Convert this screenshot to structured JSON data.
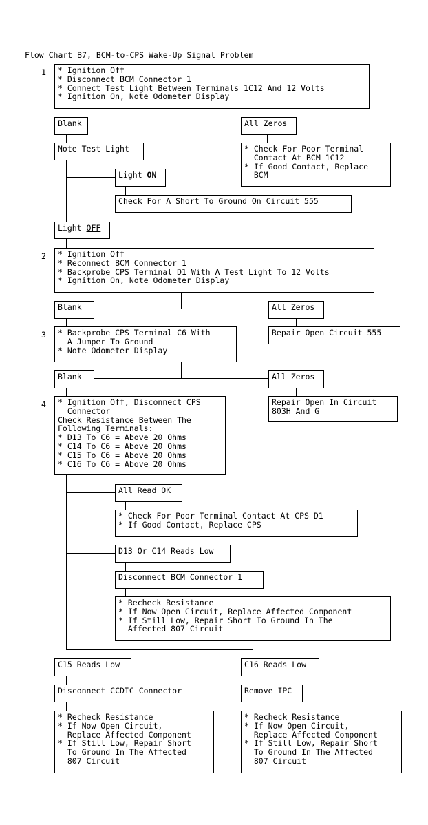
{
  "title": "Flow Chart B7, BCM-to-CPS Wake-Up Signal Problem",
  "steps": [
    "1",
    "2",
    "3",
    "4"
  ],
  "b1": [
    "* Ignition Off",
    "* Disconnect BCM Connector 1",
    "* Connect Test Light Between Terminals 1C12 And 12 Volts",
    "* Ignition On, Note Odometer Display"
  ],
  "blank1": "Blank",
  "zeros1": "All Zeros",
  "note_light": "Note Test Light",
  "zeros1_action": [
    "* Check For Poor Terminal",
    "  Contact At BCM 1C12",
    "* If Good Contact, Replace",
    "  BCM"
  ],
  "light_on": {
    "prefix": "Light ",
    "word": "ON"
  },
  "short555": "Check For A Short To Ground On Circuit 555",
  "light_off": {
    "prefix": "Light ",
    "word": "OFF"
  },
  "b2": [
    "* Ignition Off",
    "* Reconnect BCM Connector 1",
    "* Backprobe CPS Terminal D1 With A Test Light To 12 Volts",
    "* Ignition On, Note Odometer Display"
  ],
  "blank2": "Blank",
  "zeros2": "All Zeros",
  "b3": [
    "* Backprobe CPS Terminal C6 With",
    "  A Jumper To Ground",
    "* Note Odometer Display"
  ],
  "open555": "Repair Open Circuit 555",
  "blank3": "Blank",
  "zeros3": "All Zeros",
  "b4": [
    "* Ignition Off, Disconnect CPS",
    "  Connector",
    "Check Resistance Between The",
    "Following Terminals:",
    "* D13 To C6 = Above 20 Ohms",
    "* C14 To C6 = Above 20 Ohms",
    "* C15 To C6 = Above 20 Ohms",
    "* C16 To C6 = Above 20 Ohms"
  ],
  "open803": [
    "Repair Open In Circuit",
    "803H And G"
  ],
  "all_ok": "All Read OK",
  "ok_action": [
    "* Check For Poor Terminal Contact At CPS D1",
    "* If Good Contact, Replace CPS"
  ],
  "d13": "D13 Or C14 Reads Low",
  "disc_bcm": "Disconnect BCM Connector 1",
  "recheck1": [
    "* Recheck Resistance",
    "* If Now Open Circuit, Replace Affected Component",
    "* If Still Low, Repair Short To Ground In The",
    "  Affected 807 Circuit"
  ],
  "c15": "C15 Reads Low",
  "c16": "C16 Reads Low",
  "disc_ccdic": "Disconnect CCDIC Connector",
  "remove_ipc": "Remove IPC",
  "recheck2": [
    "* Recheck Resistance",
    "* If Now Open Circuit,",
    "  Replace Affected Component",
    "* If Still Low, Repair Short",
    "  To Ground In The Affected",
    "  807 Circuit"
  ],
  "recheck3": [
    "* Recheck Resistance",
    "* If Now Open Circuit,",
    "  Replace Affected Component",
    "* If Still Low, Repair Short",
    "  To Ground In The Affected",
    "  807 Circuit"
  ]
}
